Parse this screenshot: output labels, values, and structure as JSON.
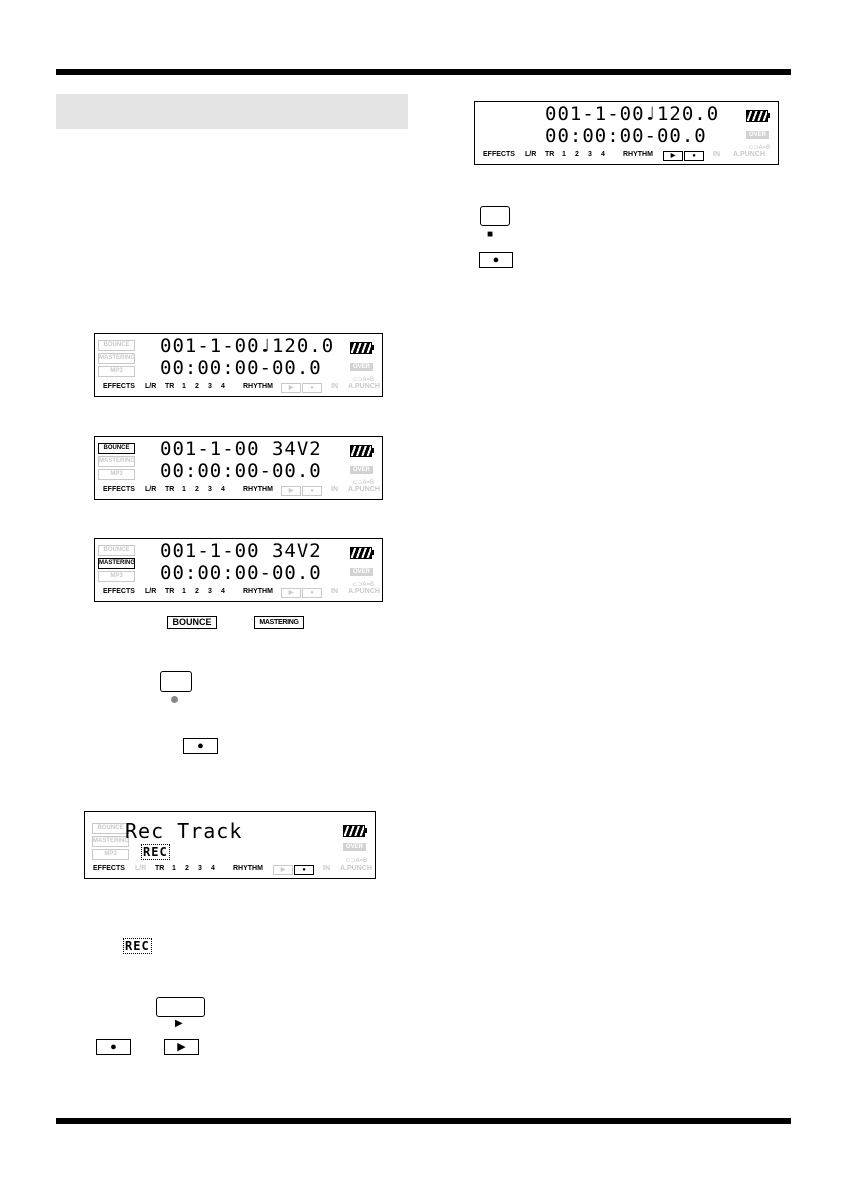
{
  "lcd_a": {
    "tags": [
      "BOUNCE",
      "MASTERING",
      "MP3"
    ],
    "line1": "001-1-00♩120.0",
    "line2": "00:00:00-00.0",
    "over": "OVER",
    "ab": "⊂⊃A=B",
    "bottom": {
      "effects": "EFFECTS",
      "lr": "L/R",
      "tr": "TR",
      "t1": "1",
      "t2": "2",
      "t3": "3",
      "t4": "4",
      "rhythm": "RHYTHM",
      "in": "IN",
      "apunch": "A.PUNCH"
    }
  },
  "lcd_b": {
    "line1": "001-1-00 34V2",
    "line2": "00:00:00-00.0"
  },
  "lcd_c": {
    "line1": "001-1-00 34V2",
    "line2": "00:00:00-00.0"
  },
  "lcd_d": {
    "line1": "Rec Track",
    "line2": "REC"
  },
  "inline_tags": {
    "bounce": "BOUNCE",
    "mastering": "MASTERING"
  },
  "symbols": {
    "record": "●",
    "play": "▶",
    "stop": "■"
  },
  "rec_glyph": "REC"
}
